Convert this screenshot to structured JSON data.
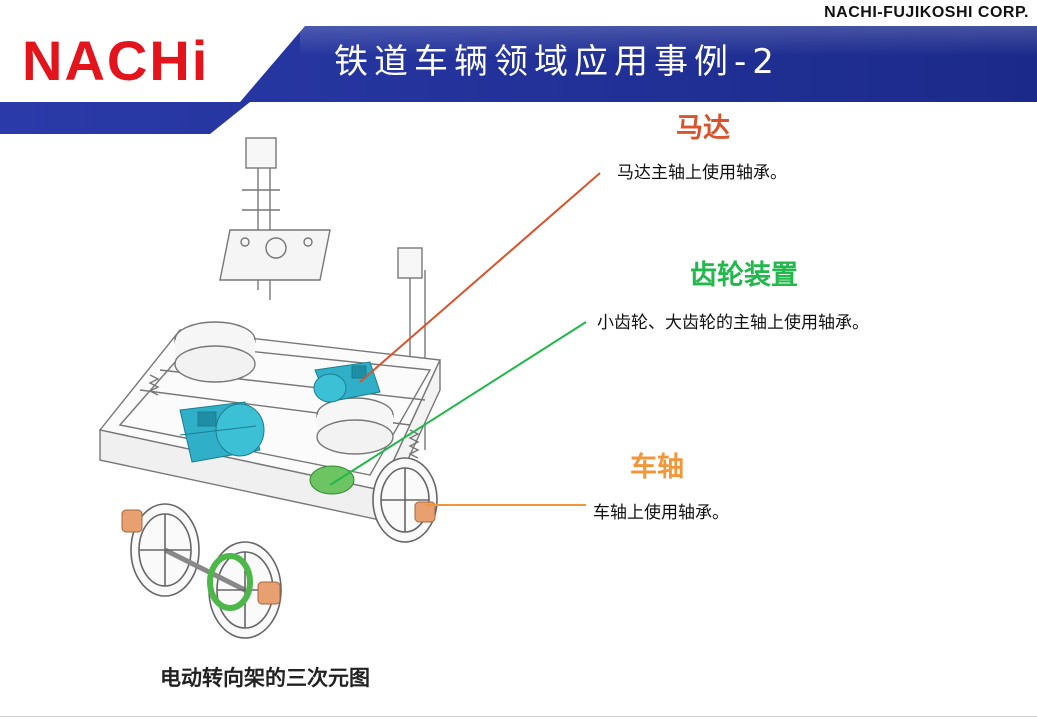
{
  "header": {
    "corp_name": "NACHI-FUJIKOSHI CORP.",
    "logo_text": "NACHi",
    "title": "铁道车辆领域应用事例-2"
  },
  "callouts": [
    {
      "heading": "马达",
      "description": "马达主轴上使用轴承。",
      "color": "#d9542c"
    },
    {
      "heading": "齿轮装置",
      "description": "小齿轮、大齿轮的主轴上使用轴承。",
      "color": "#22b84c"
    },
    {
      "heading": "车轴",
      "description": "车轴上使用轴承。",
      "color": "#f2963a"
    }
  ],
  "diagram": {
    "caption": "电动转向架的三次元图",
    "highlight_colors": {
      "motor": "#2fb0c8",
      "gear": "#4db84a",
      "axle": "#e8a070"
    }
  },
  "colors": {
    "banner_blue": "#1e2a8f",
    "logo_red": "#e4141c"
  }
}
